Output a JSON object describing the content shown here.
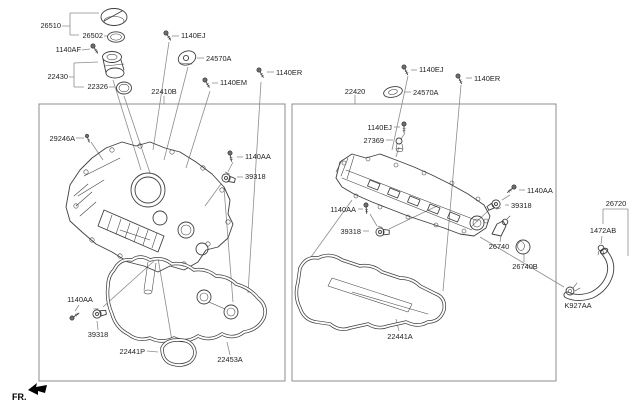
{
  "diagram": {
    "kind": "exploded-parts-diagram",
    "subject": "engine valve (rocker) covers, gaskets and breather parts",
    "front_marker": "FR."
  },
  "colors": {
    "background": "#ffffff",
    "line": "#3f3f3f",
    "leader": "#8c8c8c",
    "box": "#8c8c8c",
    "text": "#1f1f1f"
  },
  "parts": {
    "n26510": "26510",
    "n26502": "26502",
    "n1140AF": "1140AF",
    "n22430": "22430",
    "n22326": "22326",
    "n22410B": "22410B",
    "n1140EJ": "1140EJ",
    "n24570A": "24570A",
    "n1140ER": "1140ER",
    "n1140EM": "1140EM",
    "n29246A": "29246A",
    "n1140AA": "1140AA",
    "n39318": "39318",
    "n22441P": "22441P",
    "n22453A": "22453A",
    "n22420": "22420",
    "n27369": "27369",
    "n26740": "26740",
    "n26740B": "26740B",
    "n22441A": "22441A",
    "n26720": "26720",
    "n1472AB": "1472AB",
    "nK927AA": "K927AA"
  }
}
